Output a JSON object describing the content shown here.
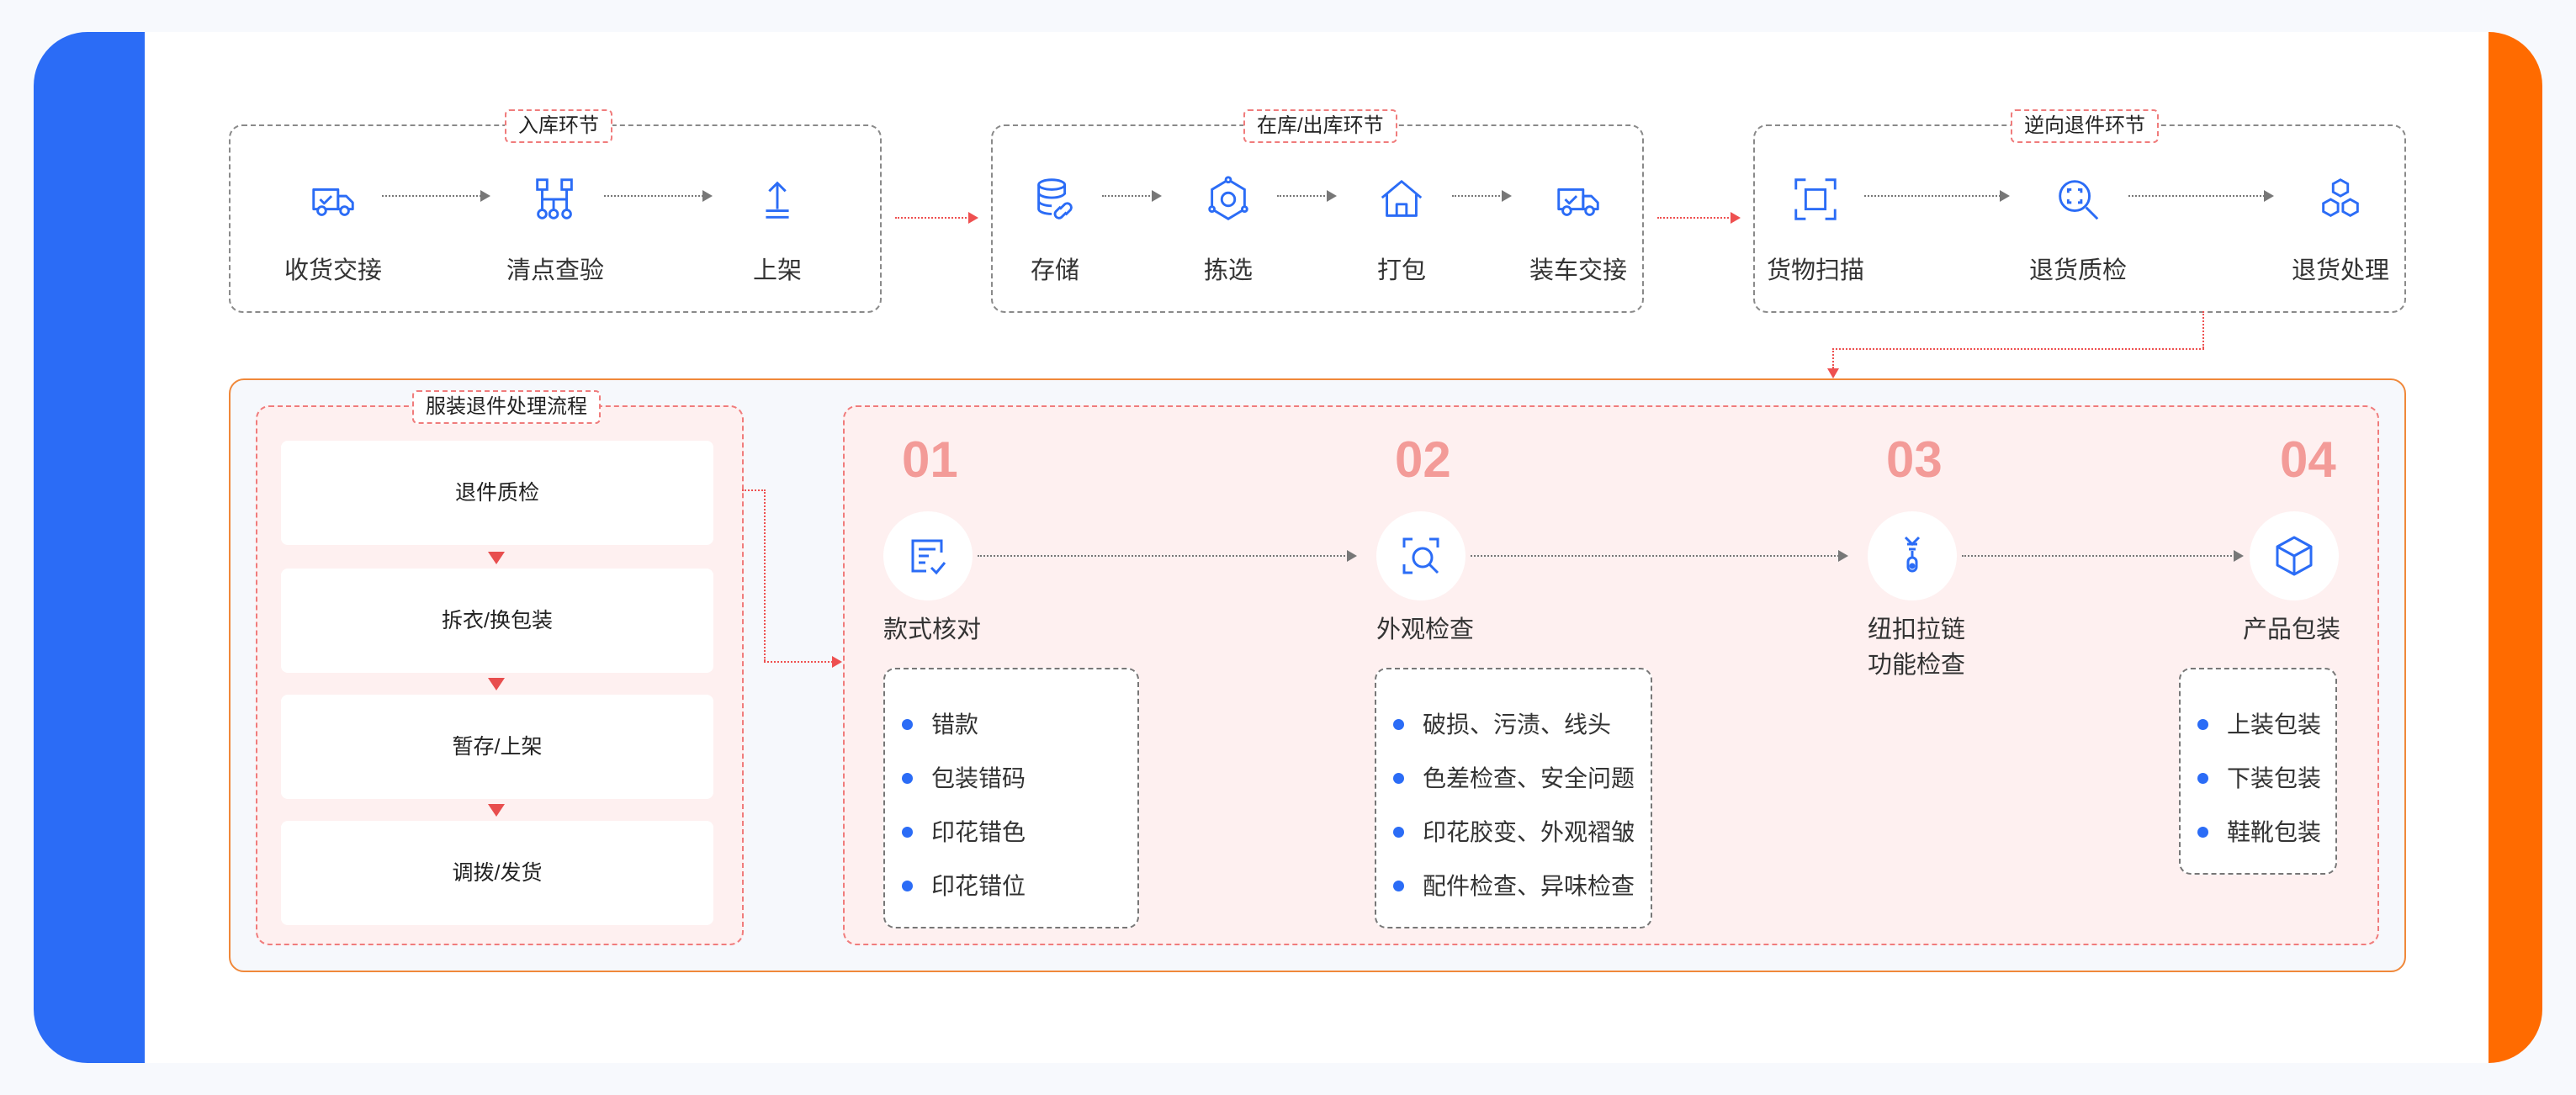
{
  "stages": [
    {
      "title": "入库环节",
      "steps": [
        {
          "label": "收货交接",
          "icon": "truck-icon"
        },
        {
          "label": "清点查验",
          "icon": "flowchart-icon"
        },
        {
          "label": "上架",
          "icon": "upload-icon"
        }
      ]
    },
    {
      "title": "在库/出库环节",
      "steps": [
        {
          "label": "存储",
          "icon": "database-icon"
        },
        {
          "label": "拣选",
          "icon": "hexagon-network-icon"
        },
        {
          "label": "打包",
          "icon": "home-icon"
        },
        {
          "label": "装车交接",
          "icon": "truck-icon"
        }
      ]
    },
    {
      "title": "逆向退件环节",
      "steps": [
        {
          "label": "货物扫描",
          "icon": "scan-icon"
        },
        {
          "label": "退货质检",
          "icon": "search-icon"
        },
        {
          "label": "退货处理",
          "icon": "hexagons-icon"
        }
      ]
    }
  ],
  "clothing_process": {
    "title": "服装退件处理流程",
    "steps": [
      "退件质检",
      "拆衣/换包装",
      "暂存/上架",
      "调拨/发货"
    ]
  },
  "inspection": [
    {
      "num": "01",
      "title": "款式核对",
      "icon": "checklist-icon",
      "items": [
        "错款",
        "包装错码",
        "印花错色",
        "印花错位"
      ]
    },
    {
      "num": "02",
      "title": "外观检查",
      "icon": "magnifier-scan-icon",
      "items": [
        "破损、污渍、线头",
        "色差检查、安全问题",
        "印花胶变、外观褶皱",
        "配件检查、异味检查"
      ]
    },
    {
      "num": "03",
      "title_line1": "纽扣拉链",
      "title_line2": "功能检查",
      "icon": "zipper-icon"
    },
    {
      "num": "04",
      "title": "产品包装",
      "icon": "box-icon",
      "items": [
        "上装包装",
        "下装包装",
        "鞋靴包装"
      ]
    }
  ],
  "colors": {
    "blue": "#2b6cf6",
    "orange": "#ff6b00",
    "pink_number": "#f39b98",
    "dash_red": "#ee5050"
  }
}
